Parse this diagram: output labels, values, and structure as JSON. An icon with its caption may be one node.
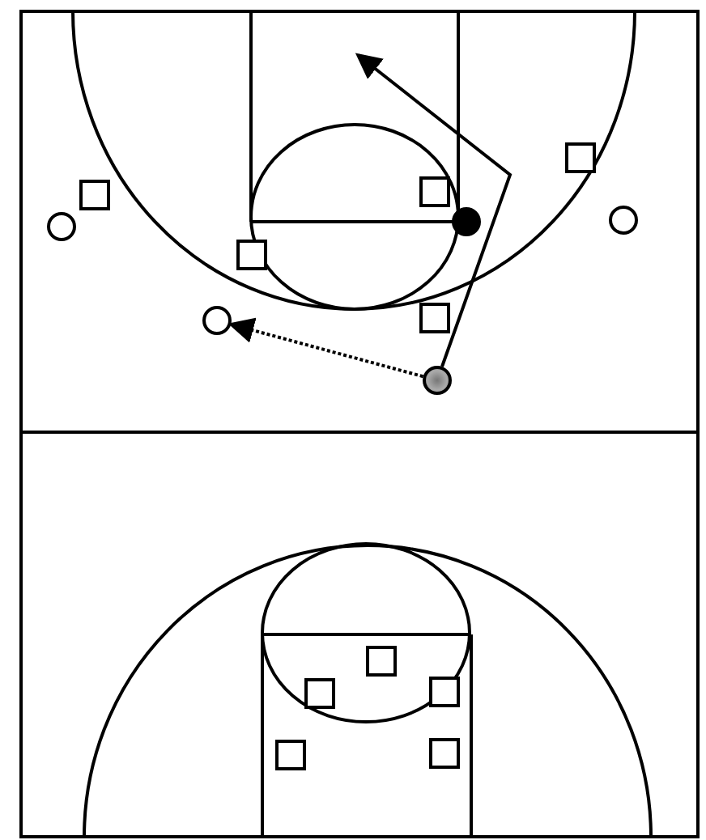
{
  "diagram": {
    "nodes": [
      {
        "text": [],
        "shape": "box"
      },
      {
        "text": [],
        "shape": "box"
      },
      {
        "text": [],
        "shape": "box"
      },
      {
        "text": [],
        "shape": "circle"
      },
      {
        "text": [],
        "shape": "circle"
      },
      {
        "text": [],
        "shape": "circle"
      },
      {
        "text": [],
        "shape": "box"
      },
      {
        "text": [],
        "shape": "box"
      },
      {
        "text": [],
        "shape": "circle"
      },
      {
        "text": [],
        "shape": "circle"
      },
      {
        "text": [],
        "shape": "box"
      },
      {
        "text": [],
        "shape": "box"
      },
      {
        "text": [],
        "shape": "box"
      },
      {
        "text": [],
        "shape": "box"
      },
      {
        "text": [],
        "shape": "box"
      }
    ],
    "edges": [
      {
        "from": 9,
        "to": null,
        "arrow": "to"
      },
      {
        "from": 9,
        "to": 8,
        "arrow": "to",
        "style": "dashed"
      }
    ]
  }
}
